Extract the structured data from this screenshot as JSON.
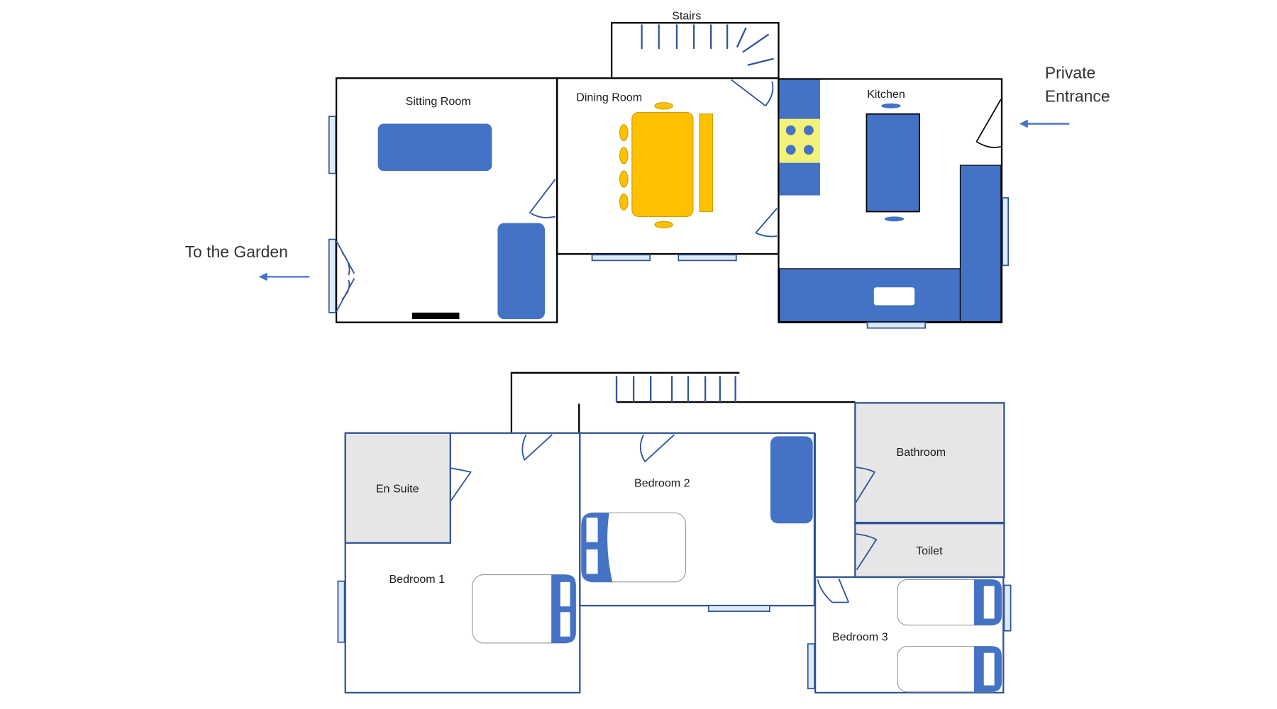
{
  "colors": {
    "furniture": "#4472C4",
    "table": "#FFC000",
    "hob": "#F2F27A",
    "wet_room": "#E7E6E6",
    "wall_upper": "#2F5597"
  },
  "ground_floor": {
    "stairs": "Stairs",
    "sitting_room": "Sitting Room",
    "dining_room": "Dining Room",
    "kitchen": "Kitchen",
    "garden_label": "To the Garden",
    "entrance_label_line1": "Private",
    "entrance_label_line2": "Entrance"
  },
  "first_floor": {
    "en_suite": "En Suite",
    "bedroom1": "Bedroom 1",
    "bedroom2": "Bedroom 2",
    "bathroom": "Bathroom",
    "toilet": "Toilet",
    "bedroom3": "Bedroom 3"
  }
}
